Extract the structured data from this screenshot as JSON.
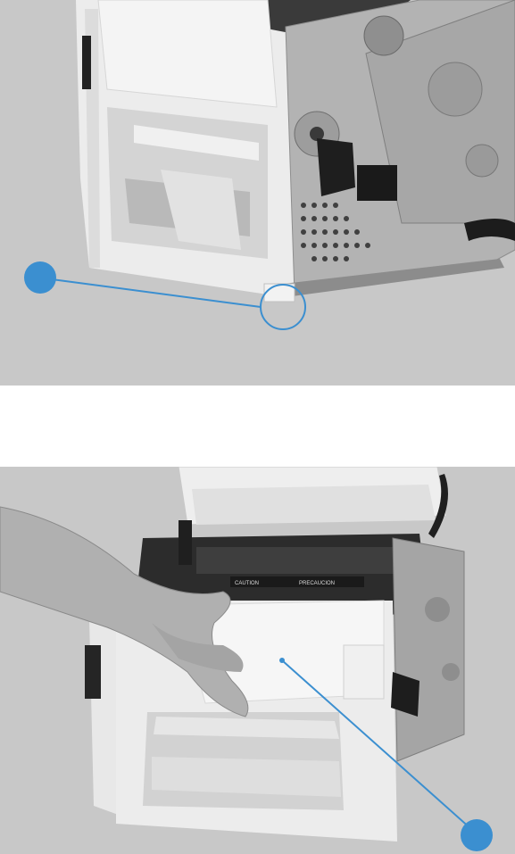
{
  "figures": [
    {
      "id": "top",
      "callout": {
        "color": "#3b8fd0",
        "target": "mounting-tab"
      }
    },
    {
      "id": "bottom",
      "callout": {
        "color": "#3b8fd0",
        "target": "front-cover"
      }
    }
  ],
  "caution_label": {
    "text_left": "CAUTION",
    "text_right": "PRECAUCION"
  }
}
